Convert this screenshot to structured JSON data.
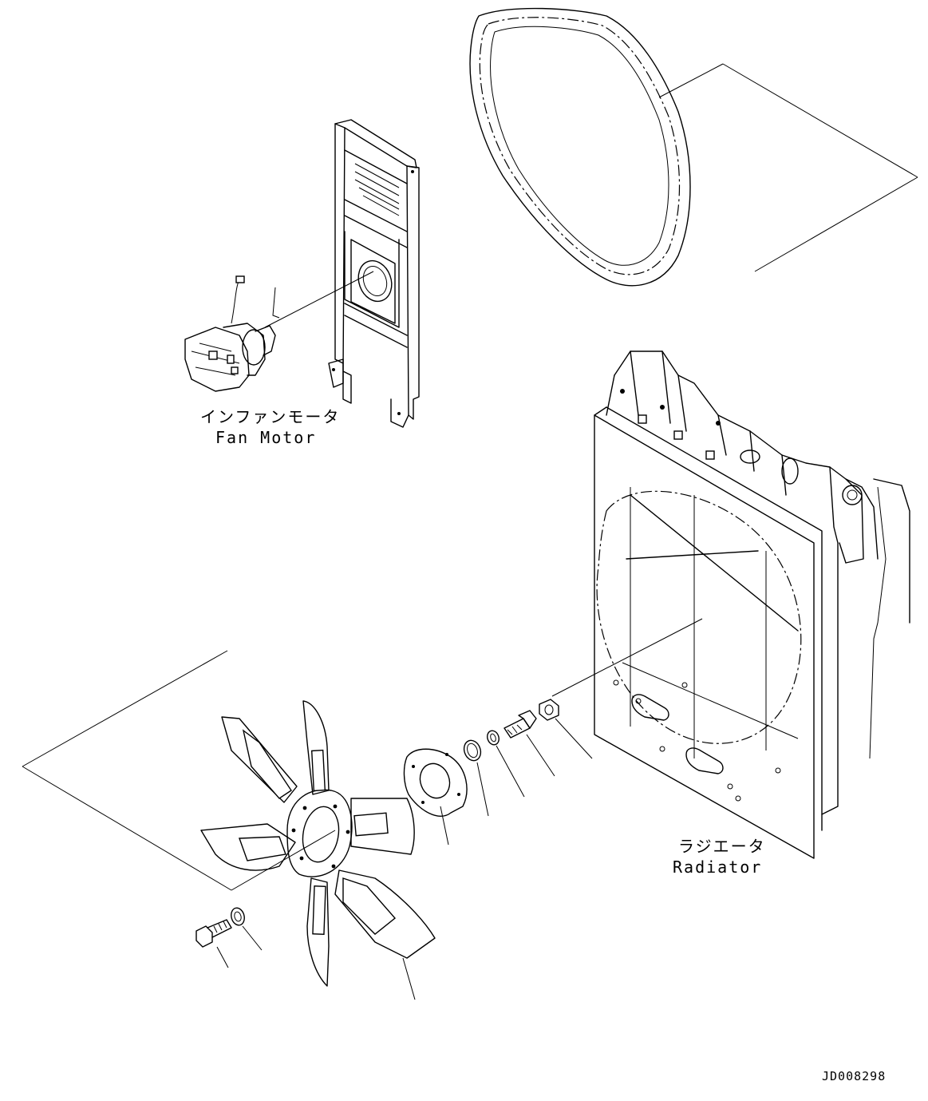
{
  "labels": {
    "fan_motor_jp": "インファンモータ",
    "fan_motor_en": "Fan Motor",
    "radiator_jp": "ラジエータ",
    "radiator_en": "Radiator",
    "drawing_code": "JD008298"
  },
  "colors": {
    "line": "#000000",
    "background": "#ffffff"
  }
}
